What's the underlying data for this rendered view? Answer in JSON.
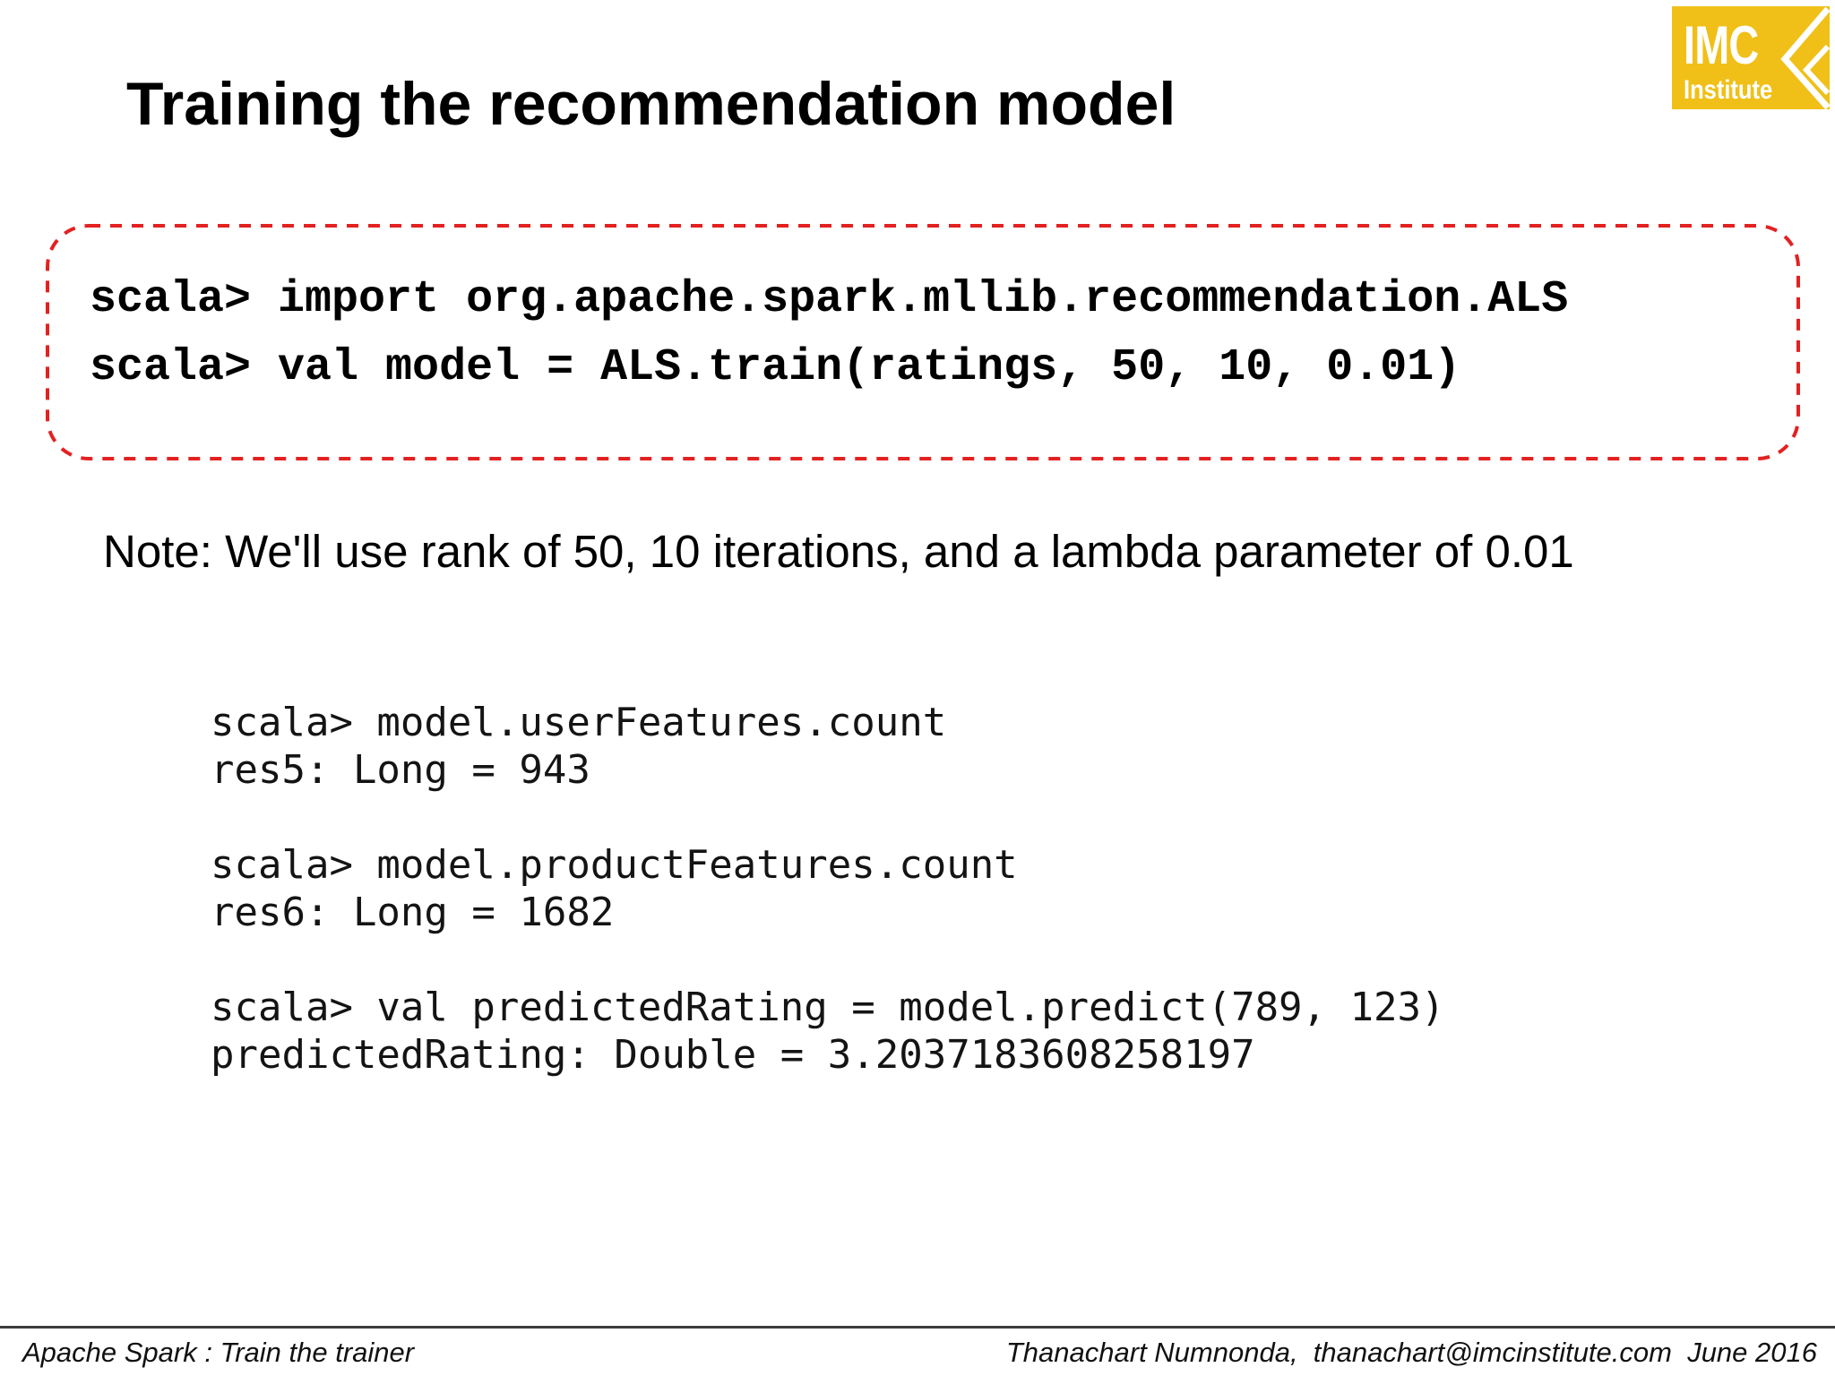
{
  "slide": {
    "title": "Training the recommendation model",
    "note": "Note: We'll use rank of 50, 10 iterations, and a lambda parameter of 0.01"
  },
  "logo": {
    "name": "IMC",
    "subtitle": "Institute",
    "bg_color": "#F0C019",
    "text_color": "#FFFFFF"
  },
  "code_box": {
    "border_color": "#E32121",
    "lines": [
      "scala> import org.apache.spark.mllib.recommendation.ALS",
      "scala> val model = ALS.train(ratings, 50, 10, 0.01)"
    ]
  },
  "terminal": {
    "lines": [
      "scala> model.userFeatures.count",
      "res5: Long = 943",
      "",
      "scala> model.productFeatures.count",
      "res6: Long = 1682",
      "",
      "scala> val predictedRating = model.predict(789, 123)",
      "predictedRating: Double = 3.2037183608258197"
    ]
  },
  "footer": {
    "left": "Apache Spark : Train the trainer",
    "right": "Thanachart Numnonda,  thanachart@imcinstitute.com  June 2016"
  }
}
